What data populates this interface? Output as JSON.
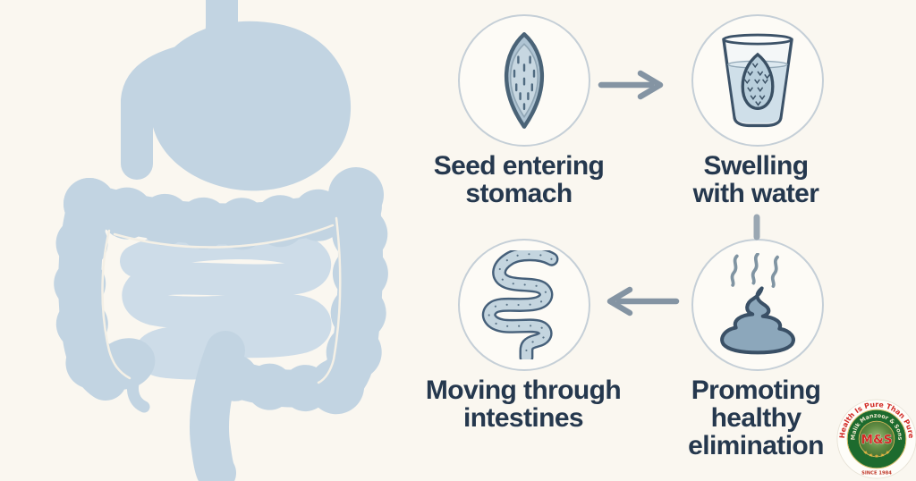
{
  "page": {
    "background": "#faf7f0"
  },
  "illustration": {
    "name": "digestive-system-silhouette",
    "color_main": "#c2d4e2",
    "color_coils": "#cddce8"
  },
  "flow": {
    "steps": [
      {
        "id": "seed",
        "icon": "seed-icon",
        "lines": [
          "Seed entering",
          "stomach"
        ]
      },
      {
        "id": "swelling",
        "icon": "glass-water-seed-icon",
        "lines": [
          "Swelling",
          "with water"
        ]
      },
      {
        "id": "intestines",
        "icon": "intestine-icon",
        "lines": [
          "Moving through",
          "intestines"
        ]
      },
      {
        "id": "elimination",
        "icon": "stool-icon",
        "lines": [
          "Promoting",
          "healthy",
          "elimination"
        ]
      }
    ],
    "arrows": [
      {
        "name": "arrow-right"
      },
      {
        "name": "connector-down"
      },
      {
        "name": "arrow-left"
      }
    ]
  },
  "logo": {
    "tagline_arc": "Health Is Pure Than Pure",
    "company_arc": "Malik Manzoor & Sons",
    "monogram": "M&S",
    "stars": "★ ★ ★ ★ ★",
    "since": "SINCE 1984"
  },
  "colors": {
    "text": "#25384e",
    "arrow": "#8494a3",
    "circle_border": "#c5cfd7",
    "icon_outline": "#3e5469",
    "icon_fill": "#b7cbd9",
    "stool_fill": "#8ca7bb",
    "logo_green": "#1d6b2e",
    "logo_red": "#d22b26",
    "logo_gold": "#e8b33c"
  }
}
